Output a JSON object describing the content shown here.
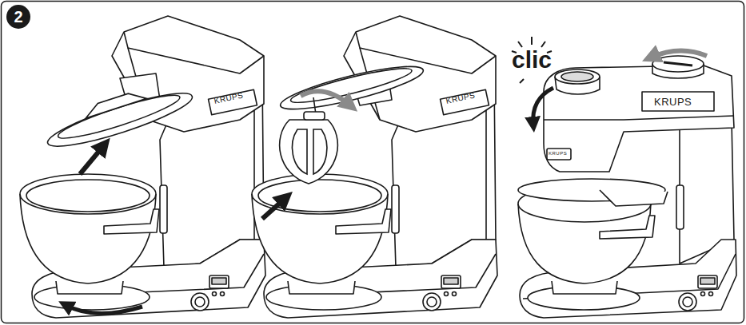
{
  "diagram": {
    "nodes": [
      {
        "text": [
          "2"
        ]
      }
    ],
    "labels": [
      "KRUPS",
      "KRUPS",
      "clic",
      "KRUPS",
      "KRUPS"
    ]
  }
}
